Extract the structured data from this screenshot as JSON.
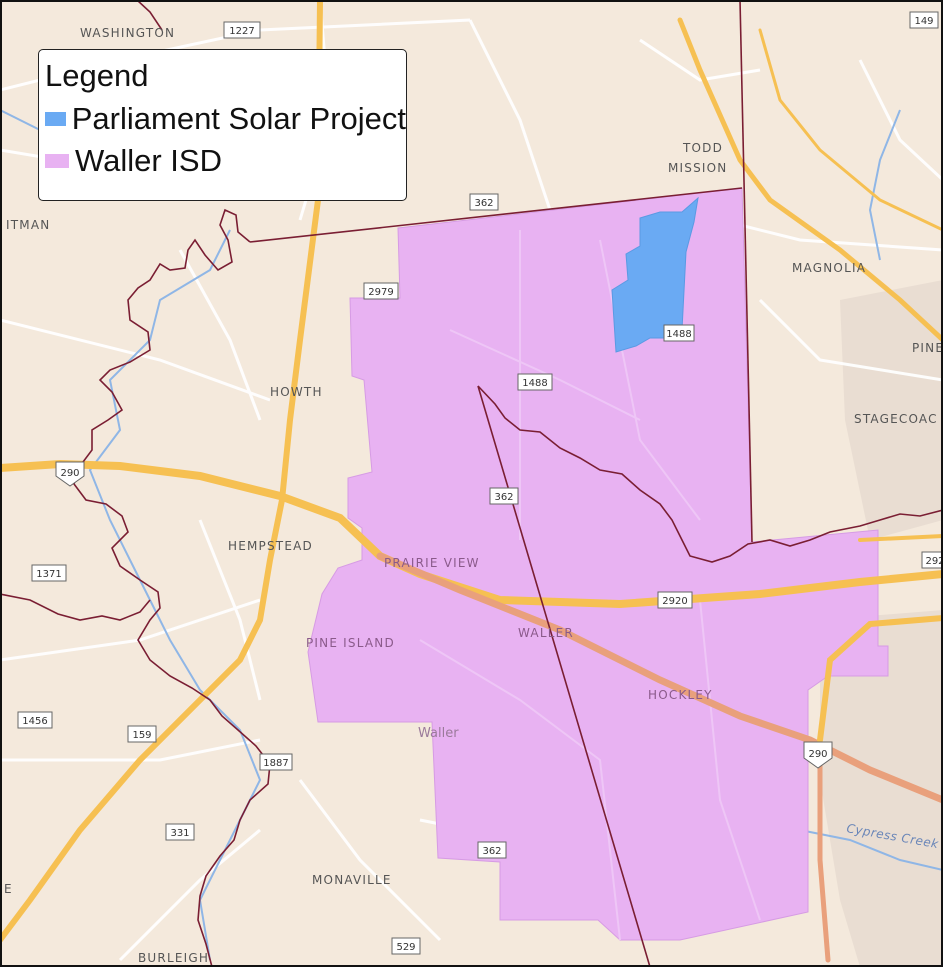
{
  "legend": {
    "title": "Legend",
    "items": [
      {
        "label": "Parliament Solar Project",
        "color": "#6aaaf3"
      },
      {
        "label": "Waller ISD",
        "color": "#e8b2f2"
      }
    ]
  },
  "colors": {
    "land": "#f4e9dc",
    "highway": "#f6c052",
    "highway_pink": "#e9a07c",
    "boundary": "#7a1e33",
    "river": "#8fb6e6",
    "road": "#ffffff"
  },
  "places": {
    "washington": "WASHINGTON",
    "todd": "TODD",
    "mission": "MISSION",
    "magnolia": "MAGNOLIA",
    "pine": "PINE",
    "stagecoach": "STAGECOAC",
    "whitman": "ITMAN",
    "howth": "HOWTH",
    "hempstead": "HEMPSTEAD",
    "prairie_view": "PRAIRIE VIEW",
    "pine_island": "PINE ISLAND",
    "waller_town": "WALLER",
    "hockley": "HOCKLEY",
    "waller_county": "Waller",
    "monaville": "MONAVILLE",
    "burleigh": "BURLEIGH",
    "cypress_creek": "Cypress Creek",
    "e": "E"
  },
  "shields": {
    "s1227": "1227",
    "s149": "149",
    "s362a": "362",
    "s2979": "2979",
    "s1488a": "1488",
    "s1488b": "1488",
    "s290a": "290",
    "s362b": "362",
    "s1371": "1371",
    "s2920": "2920",
    "s292": "292",
    "s1456": "1456",
    "s159": "159",
    "s1887": "1887",
    "s290b": "290",
    "s331": "331",
    "s362c": "362",
    "s529": "529"
  }
}
